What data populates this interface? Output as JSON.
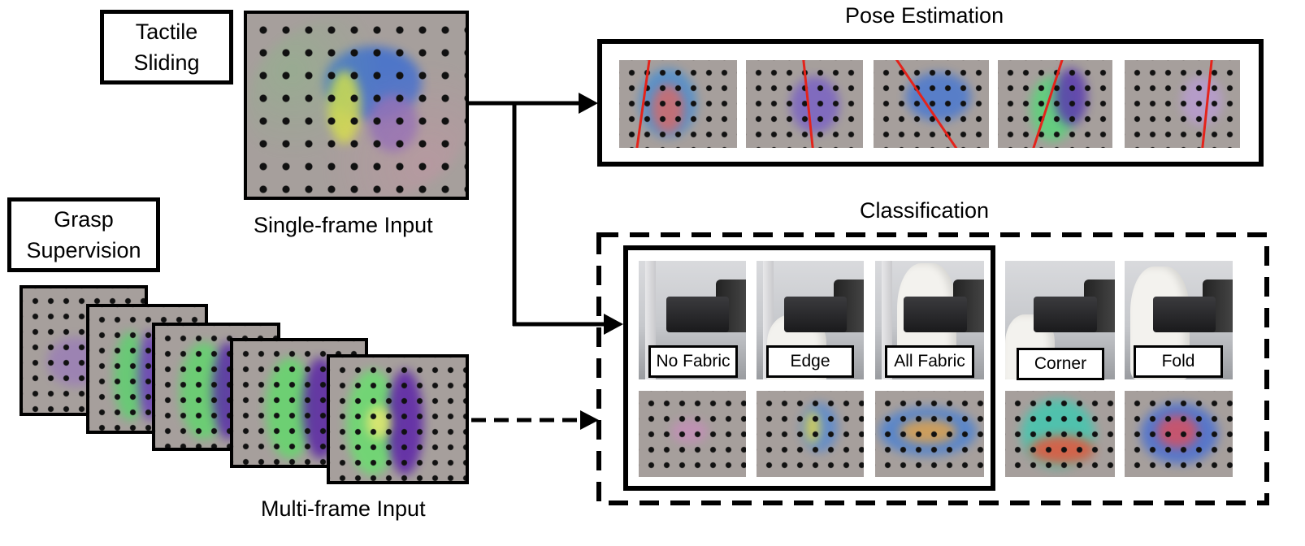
{
  "labels": {
    "tactile_sliding": "Tactile\nSliding",
    "grasp_supervision": "Grasp\nSupervision"
  },
  "captions": {
    "single_frame": "Single-frame Input",
    "multi_frame": "Multi-frame Input",
    "pose_estimation": "Pose Estimation",
    "classification": "Classification"
  },
  "classes": [
    {
      "name": "No Fabric"
    },
    {
      "name": "Edge"
    },
    {
      "name": "All Fabric"
    },
    {
      "name": "Corner"
    },
    {
      "name": "Fold"
    }
  ],
  "colors": {
    "pose_line": "#e4231b",
    "border": "#000000"
  }
}
